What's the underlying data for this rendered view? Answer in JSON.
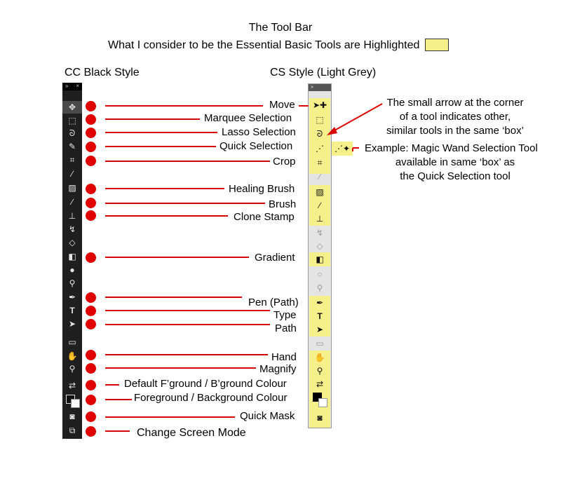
{
  "header": {
    "title": "The Tool Bar",
    "subtitle": "What I consider to be the Essential Basic Tools are Highlighted"
  },
  "columns": {
    "cc": "CC Black Style",
    "cs": "CS Style (Light Grey)"
  },
  "tools": [
    {
      "label": "Move"
    },
    {
      "label": "Marquee Selection"
    },
    {
      "label": "Lasso Selection"
    },
    {
      "label": "Quick Selection"
    },
    {
      "label": "Crop"
    },
    {
      "label": "Healing Brush"
    },
    {
      "label": "Brush"
    },
    {
      "label": "Clone Stamp"
    },
    {
      "label": "Gradient"
    },
    {
      "label": "Pen (Path)"
    },
    {
      "label": "Type"
    },
    {
      "label": "Path"
    },
    {
      "label": "Hand"
    },
    {
      "label": "Magnify"
    },
    {
      "label": "Default F’ground / B’ground Colour"
    },
    {
      "label": "Foreground / Background Colour"
    },
    {
      "label": "Quick Mask"
    },
    {
      "label": "Change Screen Mode"
    }
  ],
  "notes": {
    "arrow_line1": "The small arrow at the corner",
    "arrow_line2": "of a tool indicates other,",
    "arrow_line3": "similar tools in the same ‘box’",
    "example_line1": "Example: Magic Wand Selection Tool",
    "example_line2": "available in same ‘box’ as",
    "example_line3": "the Quick Selection tool"
  },
  "colors": {
    "highlight": "#f5f08a",
    "marker": "#e00000"
  }
}
